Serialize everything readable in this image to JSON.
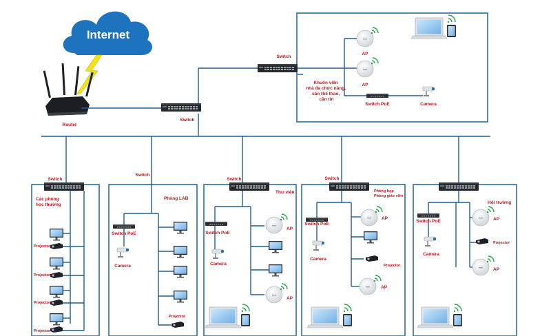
{
  "internet": {
    "label": "Internet"
  },
  "router": {
    "label": "Router"
  },
  "core_switch": {
    "label": "Switch"
  },
  "top_group": {
    "switch_label": "Switch",
    "ap1_label": "AP",
    "ap2_label": "AP",
    "poe_label": "Switch PoE",
    "camera_label": "Camera",
    "area_lines": [
      "Khuôn viên",
      "nhà đa chức năng,",
      "sân thể thao,",
      "căn tin"
    ]
  },
  "rooms": [
    {
      "switch_label": "Switch",
      "title_lines": [
        "Các phòng",
        "học thường"
      ],
      "projector_labels": [
        "Projector",
        "Projector",
        "Projector",
        "Projector"
      ]
    },
    {
      "switch_label": "Switch",
      "title_lines": [
        "Phòng LAB"
      ],
      "poe_label": "Switch PoE",
      "camera_label": "Camera",
      "projector_label": "Projector"
    },
    {
      "switch_label": "Switch",
      "title_lines": [
        "Thư viện"
      ],
      "poe_label": "Switch PoE",
      "camera_label": "Camera",
      "ap1_label": "AP",
      "ap2_label": "AP"
    },
    {
      "switch_label": "Switch",
      "title_lines": [
        "Phòng họp",
        "Phòng giáo viên"
      ],
      "poe_label": "Switch PoE",
      "camera_label": "Camera",
      "ap1_label": "AP",
      "ap2_label": "AP",
      "projector_label": "Projector"
    },
    {
      "switch_label": "",
      "title_lines": [
        "Hội trường"
      ],
      "poe_label": "Switch PoE",
      "camera_label": "Camera",
      "ap1_label": "AP",
      "ap2_label": "AP",
      "projector_label": "Projector"
    }
  ],
  "colors": {
    "line": "#1f5f8f",
    "label": "#c0141c",
    "cloud": "#1e73be",
    "bolt": "#f3e214",
    "screen": "#8fc4ee"
  }
}
